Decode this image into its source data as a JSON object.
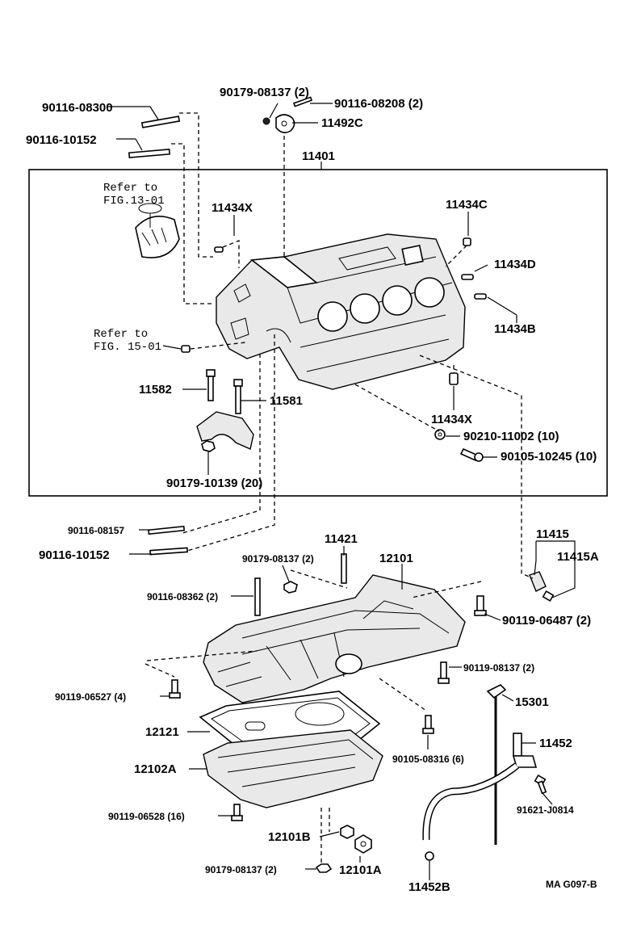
{
  "labels": {
    "p1": "90179-08137 (2)",
    "p2": "90116-08208 (2)",
    "p3": "11492C",
    "p4": "90116-08300",
    "p5": "90116-10152",
    "p6": "11401",
    "p7a": "Refer to",
    "p7b": "FIG.13-01",
    "p8": "11434X",
    "p9": "11434C",
    "p10": "11434D",
    "p11": "11434B",
    "p12a": "Refer to",
    "p12b": "FIG. 15-01",
    "p13": "11582",
    "p14": "11581",
    "p15": "11434X",
    "p16": "90210-11002 (10)",
    "p17": "90105-10245 (10)",
    "p18": "90179-10139 (20)",
    "p19": "90116-08157",
    "p20": "90116-10152",
    "p21": "11421",
    "p22": "12101",
    "p23": "90179-08137 (2)",
    "p24": "11415",
    "p25": "11415A",
    "p26": "90116-08362 (2)",
    "p27": "90119-06487 (2)",
    "p28": "90119-08137 (2)",
    "p29": "90119-06527 (4)",
    "p30": "15301",
    "p31": "12121",
    "p32": "11452",
    "p33": "12102A",
    "p34": "90105-08316 (6)",
    "p35": "91621-J0814",
    "p36": "90119-06528 (16)",
    "p37": "12101B",
    "p38": "90179-08137 (2)",
    "p39": "12101A",
    "p40": "11452B",
    "p41": "MA G097-B"
  }
}
